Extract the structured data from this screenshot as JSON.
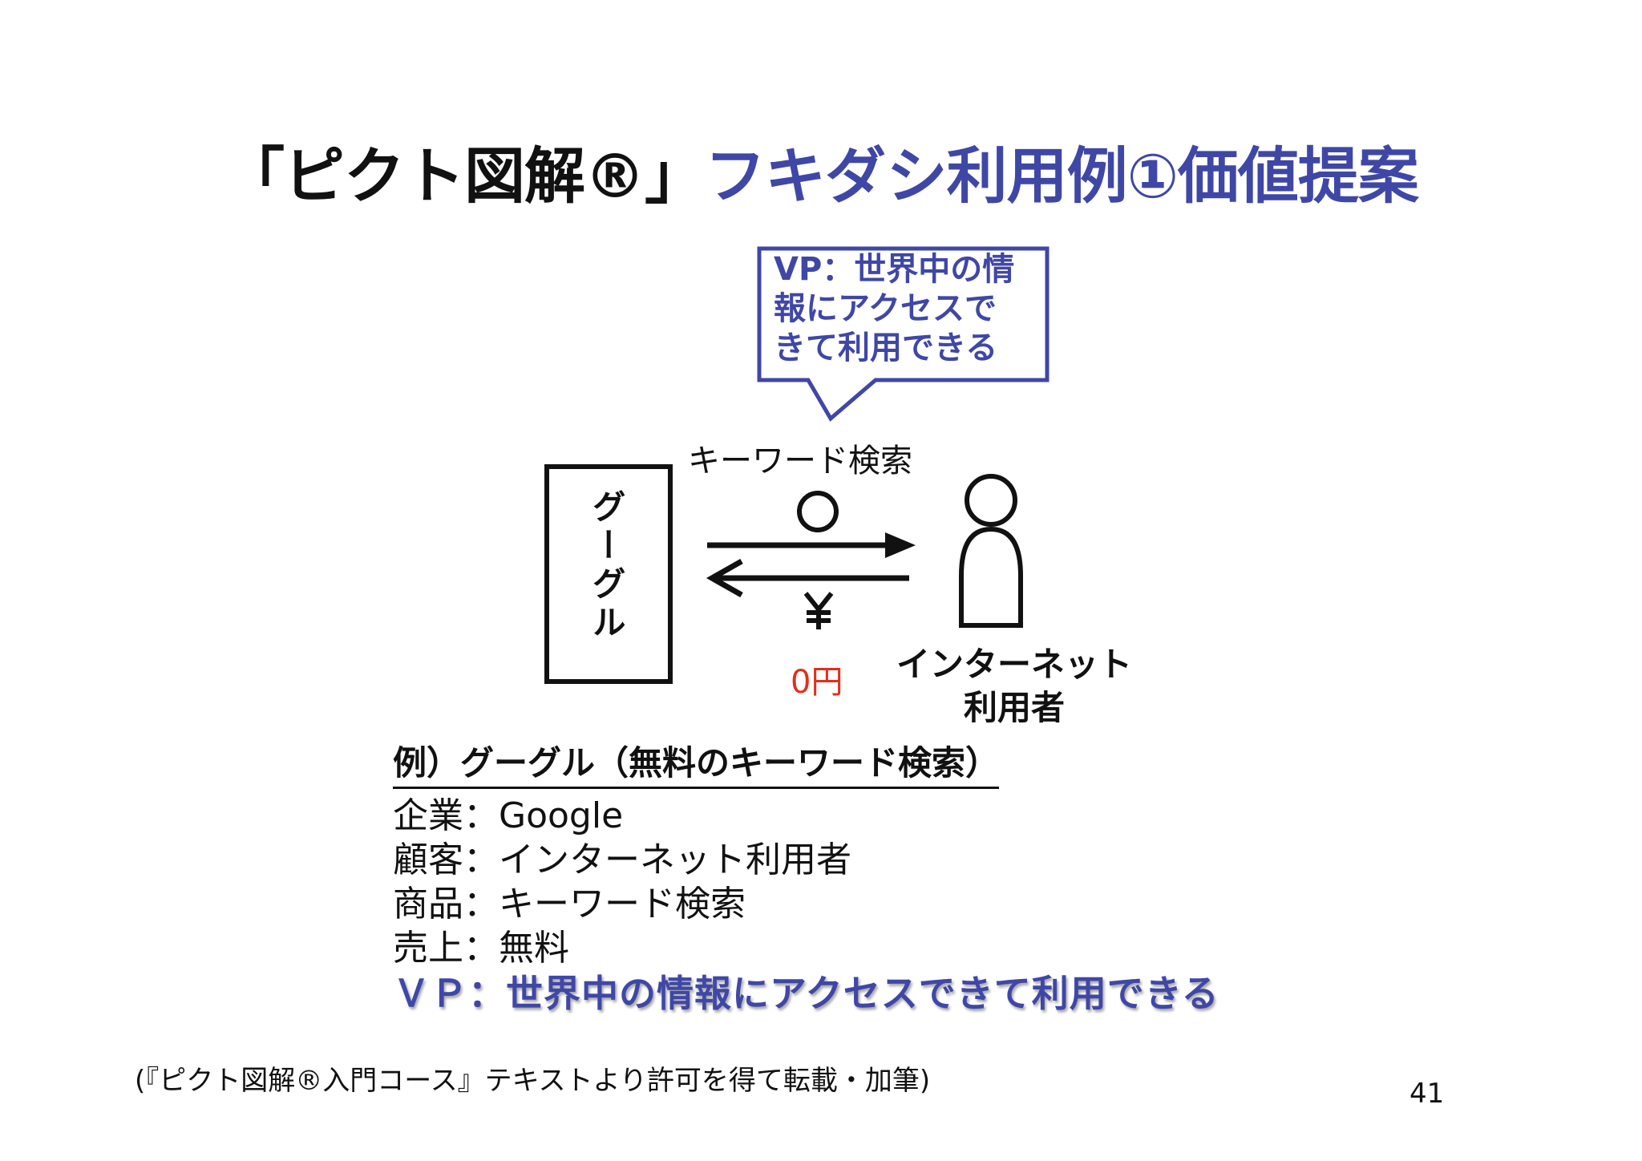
{
  "title": {
    "main": "「ピクト図解®」",
    "accent": "フキダシ利用例①価値提案"
  },
  "diagram": {
    "callout_lines": [
      "VP：世界中の情",
      "報にアクセスで",
      "きて利用できる"
    ],
    "company_label": "グーグル",
    "arrow_top_label": "キーワード検索",
    "product_symbol": "○",
    "money_symbol": "¥",
    "price_label": "0円",
    "customer_label_lines": [
      "インターネット",
      "利用者"
    ]
  },
  "example": {
    "heading": "例）グーグル（無料のキーワード検索）",
    "lines": [
      "企業：Google",
      "顧客：インターネット利用者",
      "商品：キーワード検索",
      "売上：無料"
    ],
    "vp_line": "ＶＰ：世界中の情報にアクセスできて利用できる"
  },
  "footnote": "(『ピクト図解®入門コース』テキストより許可を得て転載・加筆)",
  "page_number": "41",
  "colors": {
    "accent": "#3f47a6",
    "price": "#e0301e",
    "text": "#111111"
  }
}
